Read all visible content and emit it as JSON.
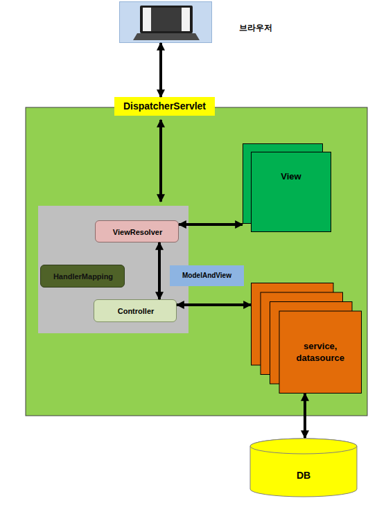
{
  "diagram": {
    "nodes": [
      {
        "text": [
          "브라우저"
        ]
      },
      {
        "text": [
          "DispatcherServlet"
        ]
      },
      {
        "text": [
          "View"
        ]
      },
      {
        "text": [
          "ViewResolver"
        ]
      },
      {
        "text": [
          "HandlerMapping"
        ]
      },
      {
        "text": [
          "ModelAndView"
        ]
      },
      {
        "text": [
          "Controller"
        ]
      },
      {
        "text": [
          "service, datasource"
        ]
      },
      {
        "text": [
          "DB"
        ]
      }
    ],
    "edges": [
      {
        "from": 0,
        "to": 1,
        "arrow": "both"
      },
      {
        "from": 3,
        "to": 2,
        "arrow": "both"
      },
      {
        "from": 3,
        "to": 6,
        "arrow": "both"
      },
      {
        "from": 6,
        "to": 7,
        "arrow": "both"
      },
      {
        "from": 7,
        "to": 8,
        "arrow": "both"
      }
    ]
  }
}
